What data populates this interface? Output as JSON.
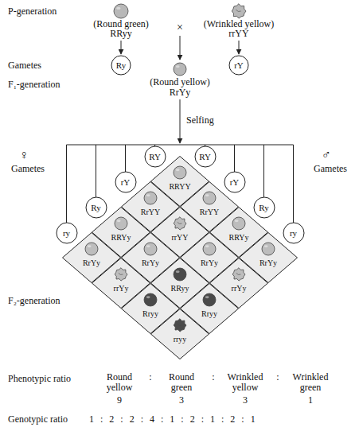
{
  "diagram": {
    "nodes": [
      {
        "text": [
          "Ry"
        ]
      },
      {
        "text": [
          "rY"
        ]
      },
      {
        "text": [
          "RY"
        ]
      },
      {
        "text": [
          "rY"
        ]
      },
      {
        "text": [
          "Ry"
        ]
      },
      {
        "text": [
          "ry"
        ]
      },
      {
        "text": [
          "RY"
        ]
      },
      {
        "text": [
          "rY"
        ]
      },
      {
        "text": [
          "Ry"
        ]
      },
      {
        "text": [
          "ry"
        ]
      },
      {
        "text": [
          "RRYY"
        ]
      },
      {
        "text": [
          "RrYY"
        ]
      },
      {
        "text": [
          "RrYY"
        ]
      },
      {
        "text": [
          "RRYy"
        ]
      },
      {
        "text": [
          "rrYY"
        ]
      },
      {
        "text": [
          "RRYy"
        ]
      },
      {
        "text": [
          "RrYy"
        ]
      },
      {
        "text": [
          "RrYy"
        ]
      },
      {
        "text": [
          "RrYy"
        ]
      },
      {
        "text": [
          "RrYy"
        ]
      },
      {
        "text": [
          "rrYy"
        ]
      },
      {
        "text": [
          "RRyy"
        ]
      },
      {
        "text": [
          "rrYy"
        ]
      },
      {
        "text": [
          "Rryy"
        ]
      },
      {
        "text": [
          "Rryy"
        ]
      },
      {
        "text": [
          "rryy"
        ]
      }
    ],
    "labels": [
      "P-generation",
      "(Round green)",
      "RRyy",
      "×",
      "(Wrinkled yellow)",
      "rrYY",
      "Gametes",
      "F₁-generation",
      "(Round yellow)",
      "RrYy",
      "Selfing",
      "♀",
      "Gametes",
      "♂",
      "Gametes",
      "F₂-generation",
      "Phenotypic ratio",
      "Round yellow",
      ":",
      "Round green",
      ":",
      "Wrinkled yellow",
      ":",
      "Wrinkled green",
      "9",
      "3",
      "3",
      "1",
      "Genotypic ratio",
      "1 : 2 : 2 : 4 : 1 : 2 : 1 : 2 : 1"
    ]
  }
}
